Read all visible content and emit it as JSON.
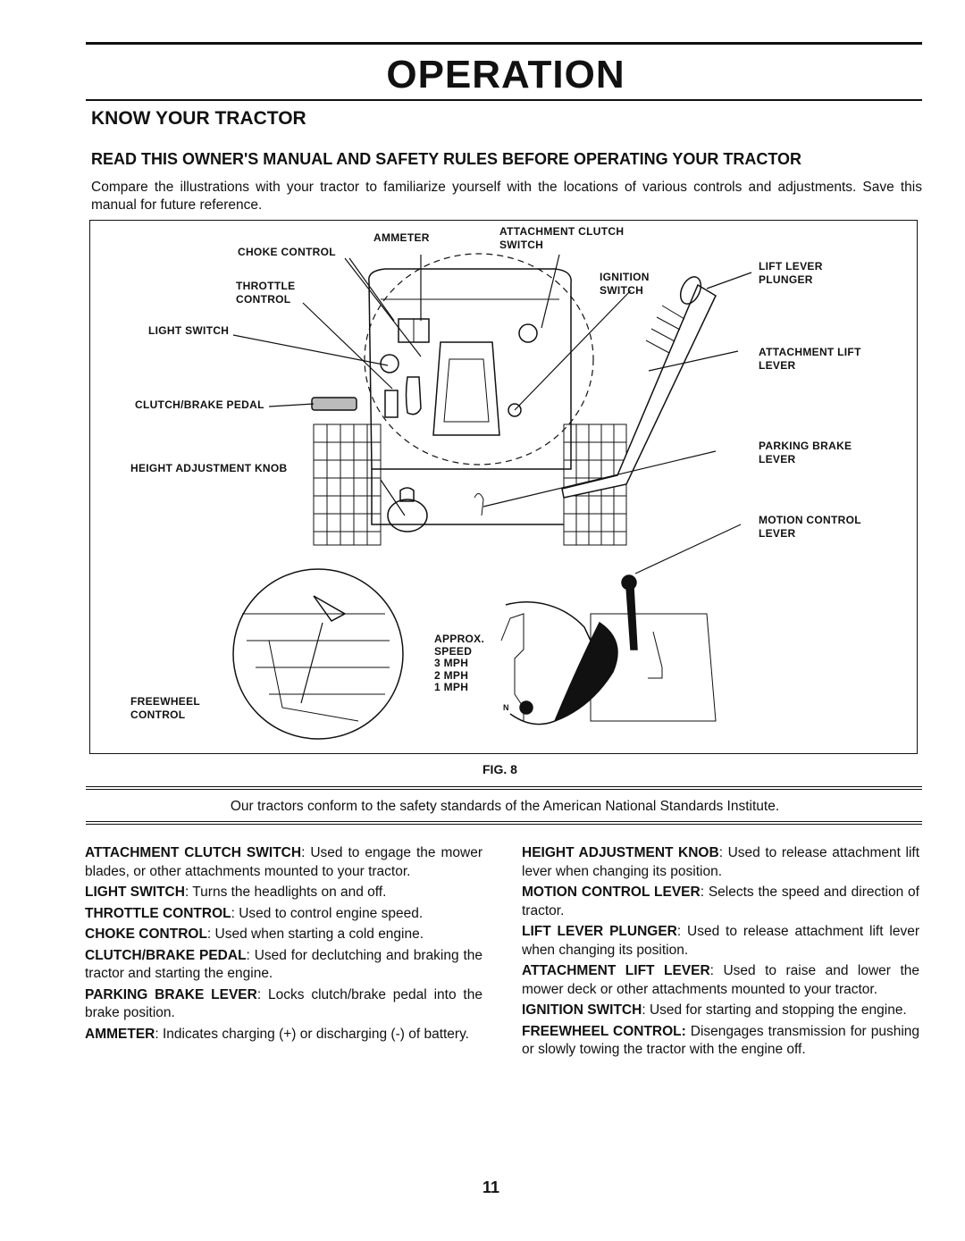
{
  "header": {
    "title": "OPERATION",
    "section": "KNOW YOUR TRACTOR",
    "subsection": "READ THIS OWNER'S MANUAL AND SAFETY RULES BEFORE OPERATING YOUR TRACTOR",
    "intro": "Compare the illustrations with your tractor to familiarize yourself with the locations of various controls and adjustments. Save this manual for future reference."
  },
  "figure": {
    "caption": "FIG. 8",
    "labels": {
      "ammeter": "AMMETER",
      "attachment_clutch_switch": "ATTACHMENT CLUTCH\nSWITCH",
      "choke_control": "CHOKE CONTROL",
      "throttle_control": "THROTTLE\nCONTROL",
      "ignition_switch": "IGNITION\nSWITCH",
      "lift_lever_plunger": "LIFT LEVER\nPLUNGER",
      "light_switch": "LIGHT SWITCH",
      "attachment_lift_lever": "ATTACHMENT LIFT\nLEVER",
      "clutch_brake_pedal": "CLUTCH/BRAKE PEDAL",
      "parking_brake_lever": "PARKING BRAKE\nLEVER",
      "height_adjustment_knob": "HEIGHT ADJUSTMENT KNOB",
      "motion_control_lever": "MOTION CONTROL\nLEVER",
      "approx_speed": "APPROX.\nSPEED\n3 MPH\n2 MPH\n1 MPH",
      "neutral": "N",
      "freewheel_control": "FREEWHEEL\nCONTROL"
    }
  },
  "conformance": "Our tractors conform to the safety standards of the American National Standards Institute.",
  "definitions_left": [
    {
      "term": "ATTACHMENT CLUTCH SWITCH",
      "text": ": Used to engage the mower blades, or other attachments mounted to your tractor."
    },
    {
      "term": "LIGHT SWITCH",
      "text": ": Turns the headlights on and off."
    },
    {
      "term": "THROTTLE CONTROL",
      "text": ": Used to control engine speed."
    },
    {
      "term": "CHOKE CONTROL",
      "text": ": Used when starting a cold engine."
    },
    {
      "term": "CLUTCH/BRAKE PEDAL",
      "text": ": Used for declutching and braking the tractor and starting the engine."
    },
    {
      "term": "PARKING BRAKE LEVER",
      "text": ": Locks clutch/brake pedal into the brake position."
    },
    {
      "term": "AMMETER",
      "text": ": Indicates charging (+) or discharging (-) of battery."
    }
  ],
  "definitions_right": [
    {
      "term": "HEIGHT ADJUSTMENT KNOB",
      "text": ": Used to release attachment lift lever when changing its position."
    },
    {
      "term": "MOTION CONTROL LEVER",
      "text": ": Selects the speed and direction of tractor."
    },
    {
      "term": "LIFT LEVER PLUNGER",
      "text": ": Used to release attachment lift lever when changing its position."
    },
    {
      "term": "ATTACHMENT LIFT LEVER",
      "text": ": Used to raise and lower the mower deck or other attachments mounted to your tractor."
    },
    {
      "term": "IGNITION SWITCH",
      "text": ": Used for starting and stopping the engine."
    },
    {
      "term": "FREEWHEEL CONTROL:",
      "text": " Disengages transmission for pushing or slowly towing the tractor with the engine off."
    }
  ],
  "page_number": "11"
}
